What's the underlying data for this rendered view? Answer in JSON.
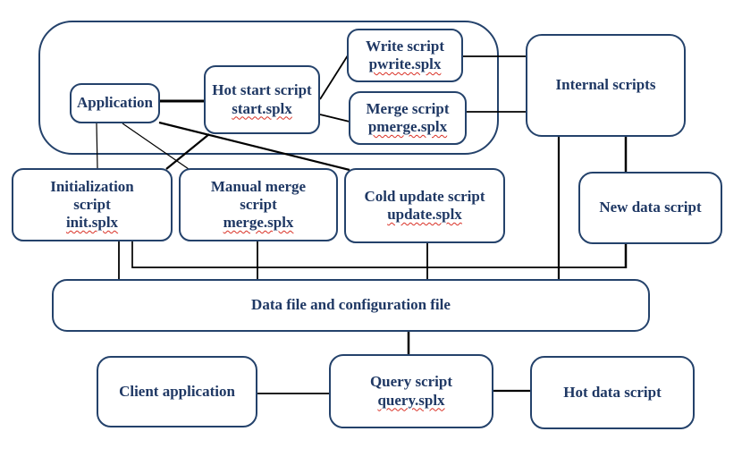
{
  "diagram": {
    "colors": {
      "node_border": "#24426b",
      "node_text": "#1f3864",
      "edge_line": "#000000",
      "misspell_underline": "#d93025"
    },
    "nodes": {
      "application": {
        "title": "Application"
      },
      "hot_start_script": {
        "title": "Hot start script",
        "file": "start.splx"
      },
      "write_script": {
        "title": "Write script",
        "file": "pwrite.splx"
      },
      "merge_script": {
        "title": "Merge script",
        "file": "pmerge.splx"
      },
      "internal_scripts": {
        "title": "Internal scripts"
      },
      "initialization_script": {
        "title": "Initialization\nscript",
        "file": "init.splx"
      },
      "manual_merge_script": {
        "title": "Manual merge\nscript",
        "file": "merge.splx"
      },
      "cold_update_script": {
        "title": "Cold update script",
        "file": "update.splx"
      },
      "new_data_script": {
        "title": "New data script"
      },
      "data_file": {
        "title": "Data file and configuration file"
      },
      "client_application": {
        "title": "Client application"
      },
      "query_script": {
        "title": "Query script",
        "file": "query.splx"
      },
      "hot_data_script": {
        "title": "Hot data script"
      }
    }
  }
}
